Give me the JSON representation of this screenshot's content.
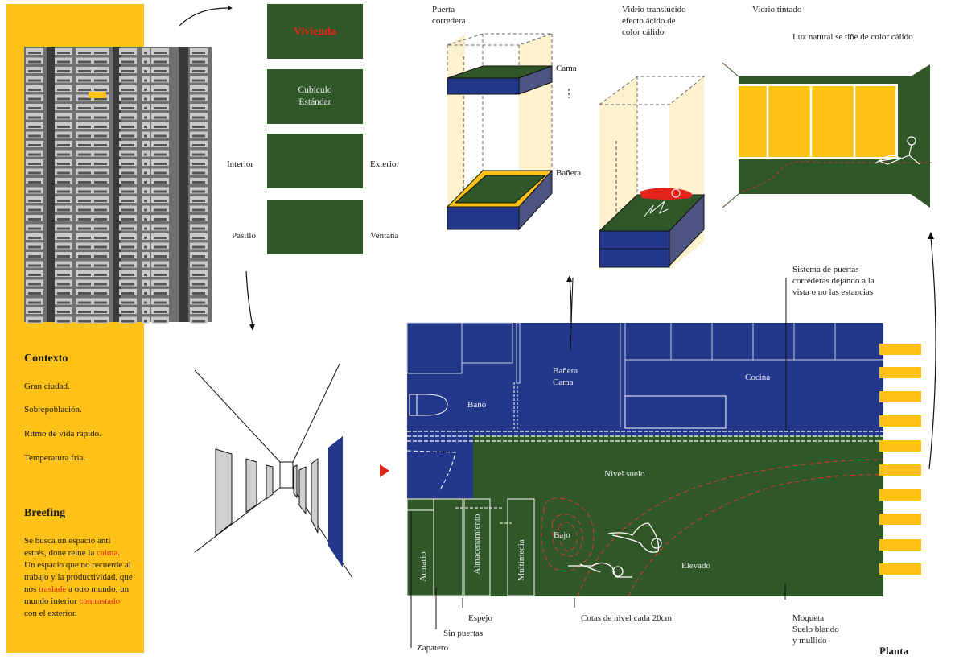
{
  "colors": {
    "yellow": "#fdc118",
    "green": "#2f5727",
    "blue": "#23388a",
    "red": "#e3241b",
    "light_yellow": "#fdefc9",
    "gray": "#d0d0d0"
  },
  "sidebar": {
    "context_title": "Contexto",
    "context_items": [
      "Gran ciudad.",
      "Sobrepoblación.",
      "Ritmo de vida rápido.",
      "Temperatura fría."
    ],
    "briefing_title": "Breefing",
    "briefing_parts": [
      {
        "text": "Se busca un espacio anti estrés, done reine la ",
        "highlight": false
      },
      {
        "text": "calma",
        "highlight": true
      },
      {
        "text": ". Un espacio que no recuerde al trabajo y la productividad, que nos ",
        "highlight": false
      },
      {
        "text": "traslade",
        "highlight": true
      },
      {
        "text": " a otro mundo, un mundo interior ",
        "highlight": false
      },
      {
        "text": "contrastado",
        "highlight": true
      },
      {
        "text": " con el exterior.",
        "highlight": false
      }
    ]
  },
  "concept": {
    "box1": "Vivienda",
    "box2_line1": "Cubículo",
    "box2_line2": "Estándar",
    "interior": "Interior",
    "exterior": "Exterior",
    "pasillo": "Pasillo",
    "ventana": "Ventana"
  },
  "isometric": {
    "door_label_1": "Puerta",
    "door_label_2": "corredera",
    "cama": "Cama",
    "banera": "Bañera",
    "glass_1": "Vidrio translúcido",
    "glass_2": "efecto ácido de",
    "glass_3": "color cálido"
  },
  "room_view": {
    "tinted": "Vidrio tintado",
    "natural_light": "Luz natural se tiñe de color cálido"
  },
  "plan": {
    "title": "Planta",
    "sliding_1": "Sistema de puertas",
    "sliding_2": "correderas dejando a la",
    "sliding_3": "vista  o no las estancias",
    "bath": "Baño",
    "tub_1": "Bañera",
    "tub_2": "Cama",
    "kitchen": "Cocina",
    "floor_level": "Nivel suelo",
    "low": "Bajo",
    "raised": "Elevado",
    "wardrobe": "Armario",
    "storage": "Almacenamiento",
    "multimedia": "Multimedia",
    "mirror": "Espejo",
    "no_doors": "Sin puertas",
    "shoes": "Zapatero",
    "contours": "Cotas de nivel cada 20cm",
    "carpet_1": "Moqueta",
    "carpet_2": "Suelo blando",
    "carpet_3": "y mullido"
  }
}
